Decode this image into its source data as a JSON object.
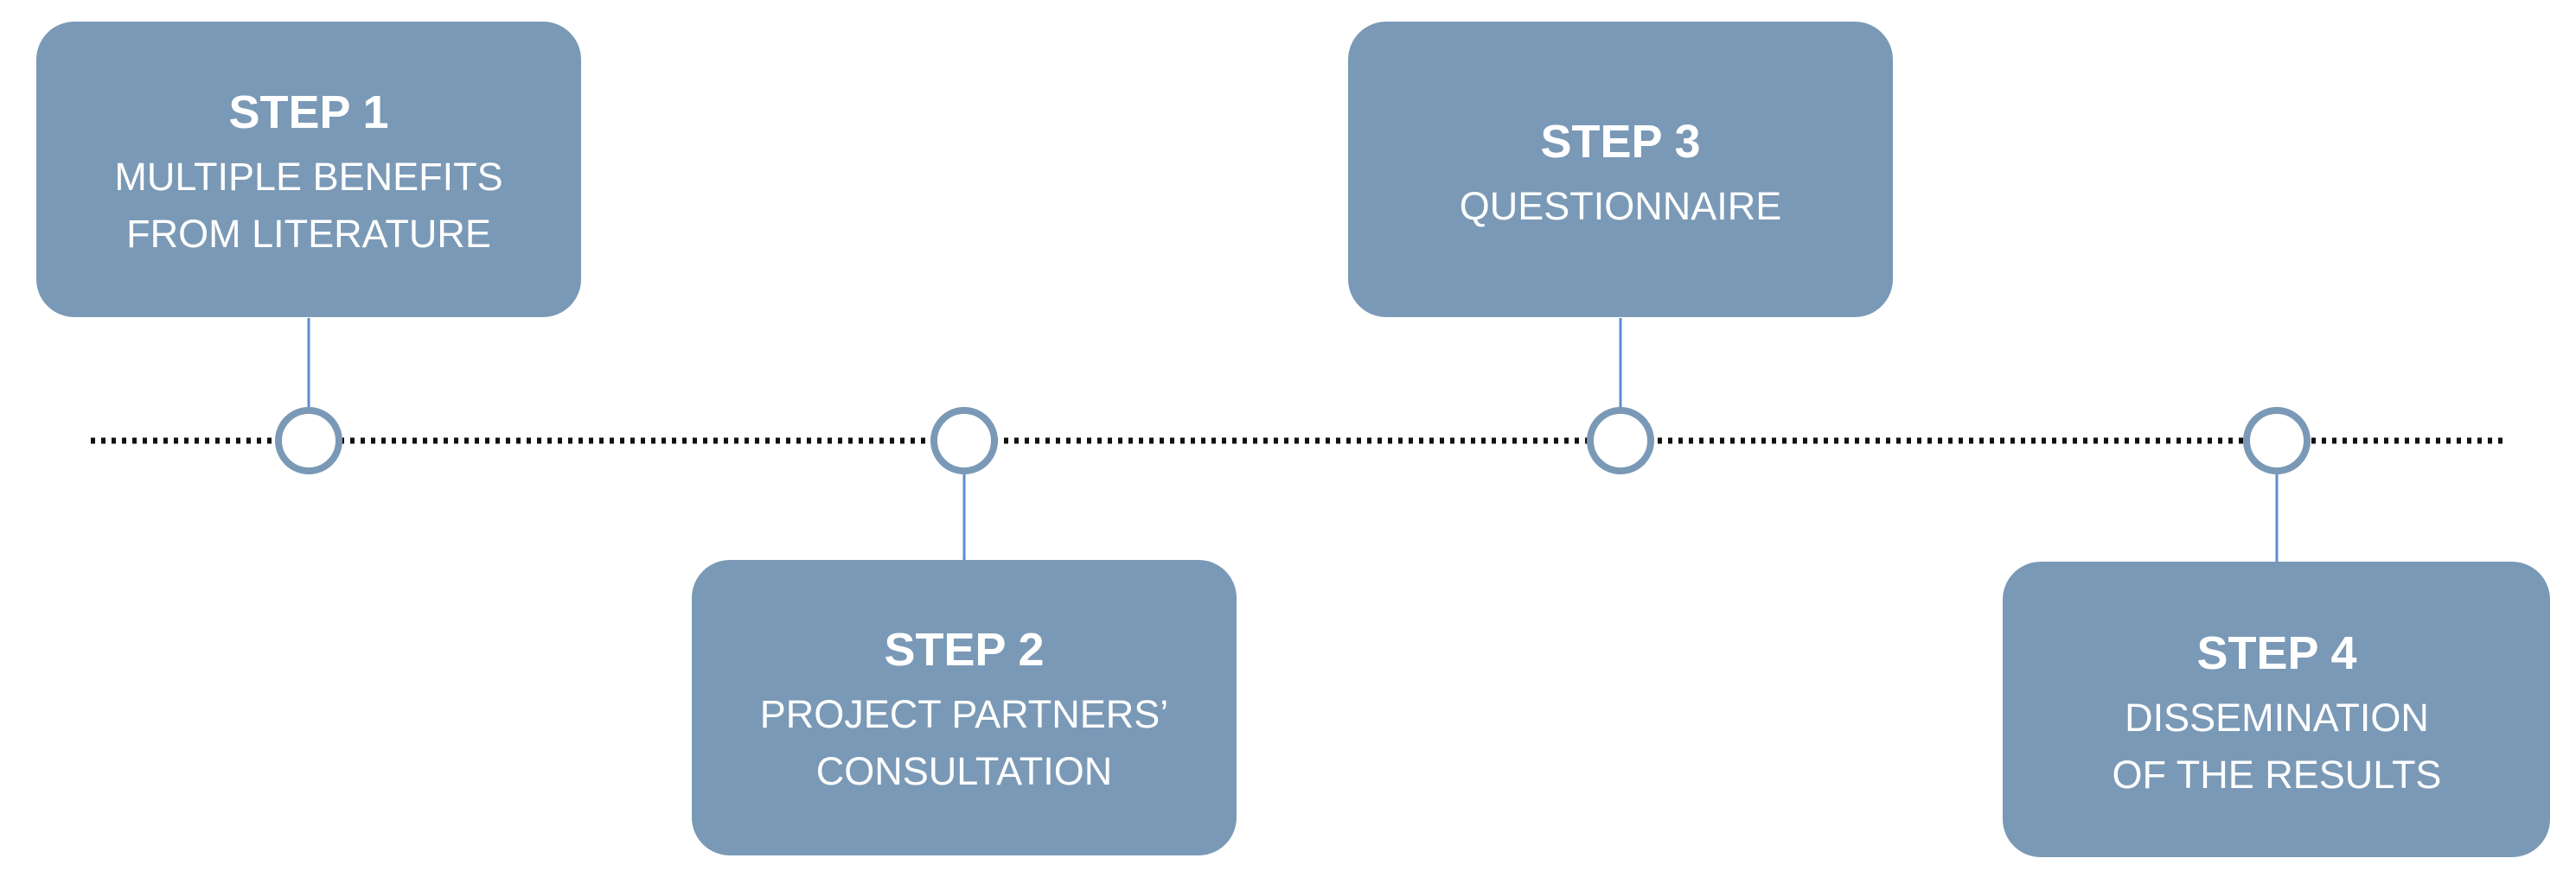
{
  "steps": [
    {
      "title": "STEP 1",
      "lines": [
        "MULTIPLE BENEFITS",
        "FROM LITERATURE"
      ],
      "position": "above"
    },
    {
      "title": "STEP 2",
      "lines": [
        "PROJECT PARTNERS’",
        "CONSULTATION"
      ],
      "position": "below"
    },
    {
      "title": "STEP 3",
      "lines": [
        "QUESTIONNAIRE"
      ],
      "position": "above"
    },
    {
      "title": "STEP 4",
      "lines": [
        "DISSEMINATION",
        "OF THE RESULTS"
      ],
      "position": "below"
    }
  ],
  "colors": {
    "box_fill": "#7a99b6",
    "box_text": "#ffffff",
    "connector": "#5b8fd0",
    "node_stroke": "#7a99b6",
    "timeline": "#111111"
  }
}
